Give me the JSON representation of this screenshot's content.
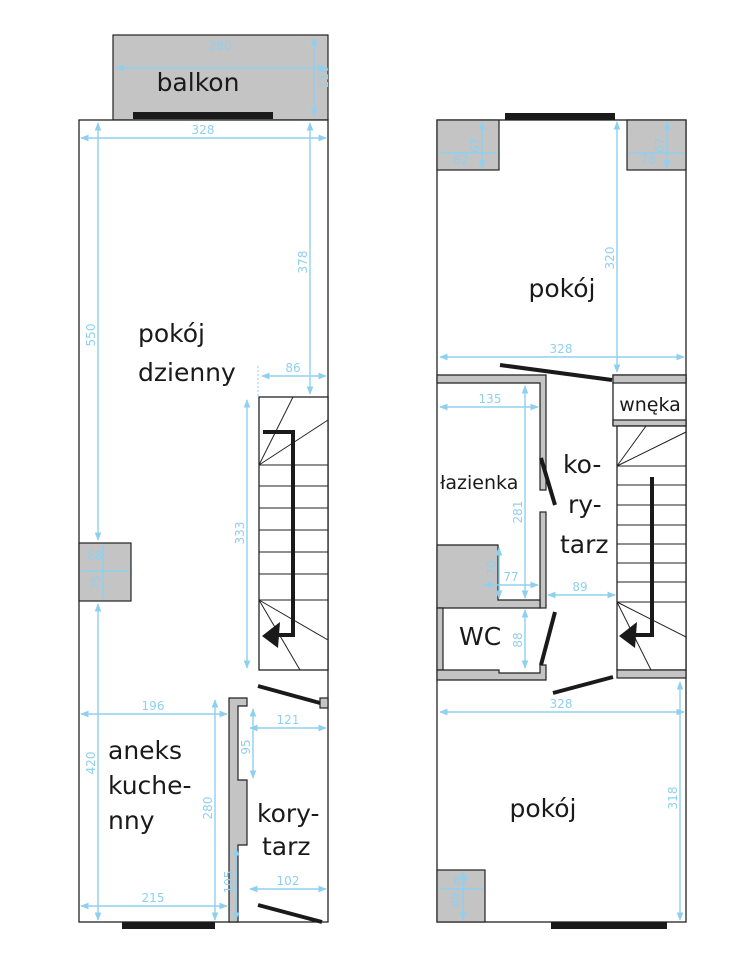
{
  "rooms": {
    "balkon": "balkon",
    "pokoj_dzienny": [
      "pokój",
      "dzienny"
    ],
    "aneks": [
      "aneks",
      "kuche-",
      "nny"
    ],
    "korytarz_lower": [
      "kory-",
      "tarz"
    ],
    "pokoj_top": "pokój",
    "wneka": "wnęka",
    "lazienka": "łazienka",
    "korytarz_upper": [
      "ko-",
      "ry-",
      "tarz"
    ],
    "wc": "WC",
    "pokoj_bottom": "pokój"
  },
  "dimensions": {
    "left": {
      "balkon_w": "280",
      "balkon_h": "110",
      "width": "328",
      "height": "550",
      "right_h": "378",
      "stair_gap": "86",
      "stair_len": "333",
      "column_w": "68",
      "column_h": "75",
      "kitchen_w": "196",
      "kitchen_h": "420",
      "kitchen_inner": "280",
      "corridor_w": "121",
      "corridor_h": "95",
      "kitchen_bottom_w": "215",
      "kitchen_bottom_h": "105",
      "corridor_bottom_w": "102"
    },
    "right": {
      "corner_l_w": "82",
      "corner_l_h": "67",
      "corner_r_w": "78",
      "corner_r_h": "67",
      "room_h": "320",
      "width_mid": "328",
      "bath_w": "135",
      "bath_h": "281",
      "block_h": "70",
      "block_w": "77",
      "corridor_w": "89",
      "wc_h": "88",
      "width_bottom": "328",
      "room_bottom_h": "318",
      "corner_b_w": "62",
      "corner_b_h": "69"
    }
  },
  "colors": {
    "wall": "#222222",
    "fill": "#c4c4c4",
    "dimension": "#8fd0ef"
  }
}
